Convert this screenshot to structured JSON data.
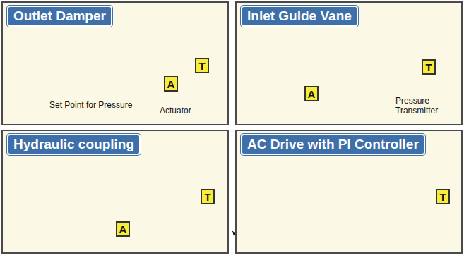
{
  "diagram": {
    "nodes": [
      {
        "text": [
          "Outlet Damper"
        ]
      },
      {
        "text": [
          "A"
        ],
        "in": 0
      },
      {
        "text": [
          "T"
        ],
        "in": 0
      },
      {
        "text": [
          "Inlet Guide Vane"
        ]
      },
      {
        "text": [
          "A"
        ],
        "in": 3
      },
      {
        "text": [
          "T"
        ],
        "in": 3
      },
      {
        "text": [
          "Hydraulic coupling"
        ]
      },
      {
        "text": [
          "A"
        ],
        "in": 6
      },
      {
        "text": [
          "T"
        ],
        "in": 6
      },
      {
        "text": [
          "AC Drive with PI Controller"
        ]
      },
      {
        "text": [
          "T"
        ],
        "in": 9
      }
    ],
    "edges": [
      {
        "from": 2,
        "to": 1,
        "arrow": "none"
      },
      {
        "from": 5,
        "to": 4,
        "arrow": "none"
      },
      {
        "from": 8,
        "to": 7,
        "arrow": "none"
      }
    ],
    "labels": [
      "Set Point for Pressure",
      "Actuator",
      "Pressure Transmitter"
    ]
  }
}
